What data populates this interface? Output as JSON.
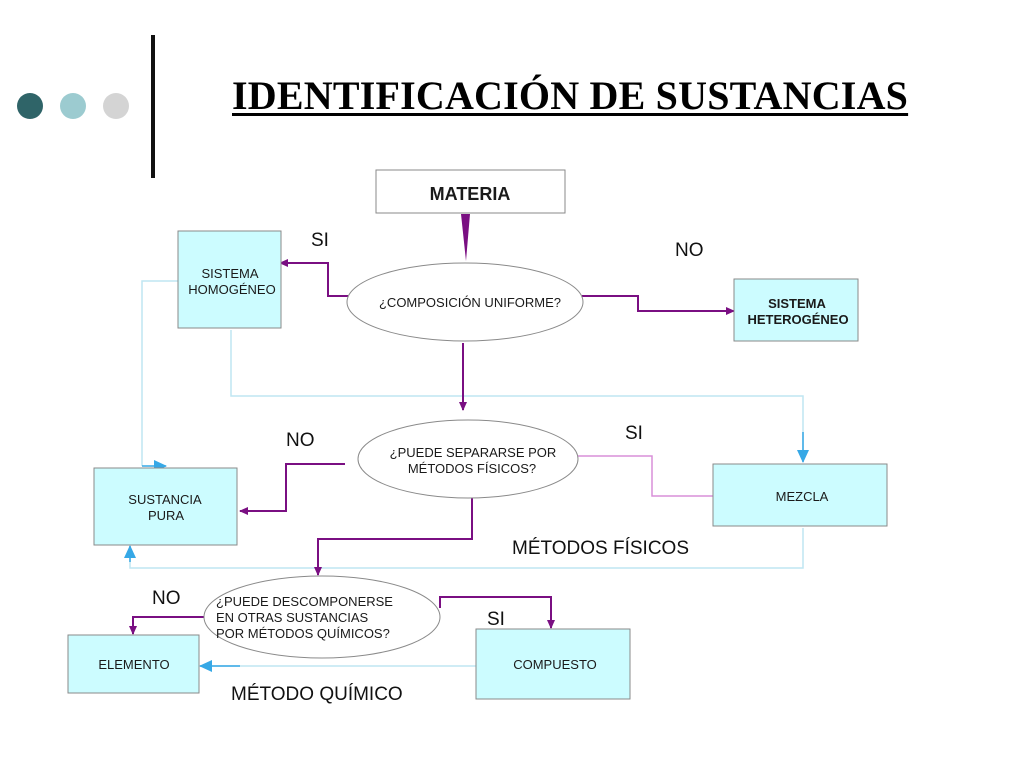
{
  "title": "IDENTIFICACIÓN DE SUSTANCIAS",
  "colors": {
    "dot_dark": "#2f6468",
    "dot_mid": "#9ccbd0",
    "dot_light": "#d4d4d4",
    "box_fill": "#ccfcff",
    "arrow_purple": "#7a0f82",
    "line_blue": "#36a8e6",
    "line_pink": "#d98fd9",
    "connector_pale": "#bfe6f2"
  },
  "nodes": {
    "materia": "MATERIA",
    "sistema_homogeneo": [
      "SISTEMA",
      "HOMOGÉNEO"
    ],
    "composicion_uniforme": "¿COMPOSICIÓN UNIFORME?",
    "sistema_heterogeneo": [
      "SISTEMA",
      "HETEROGÉNEO"
    ],
    "separarse_fisicos": [
      "¿PUEDE SEPARARSE  POR",
      "MÉTODOS FÍSICOS?"
    ],
    "mezcla": "MEZCLA",
    "sustancia_pura": [
      "SUSTANCIA",
      "PURA"
    ],
    "descomponerse": [
      "¿PUEDE  DESCOMPONERSE",
      "EN OTRAS SUSTANCIAS",
      "POR MÉTODOS QUÍMICOS?"
    ],
    "elemento": "ELEMENTO",
    "compuesto": "COMPUESTO"
  },
  "labels": {
    "si_1": "SI",
    "no_1": "NO",
    "no_2": "NO",
    "si_2": "SI",
    "metodos_fisicos": "MÉTODOS FÍSICOS",
    "no_3": "NO",
    "si_3": "SI",
    "metodo_quimico": "MÉTODO QUÍMICO"
  }
}
